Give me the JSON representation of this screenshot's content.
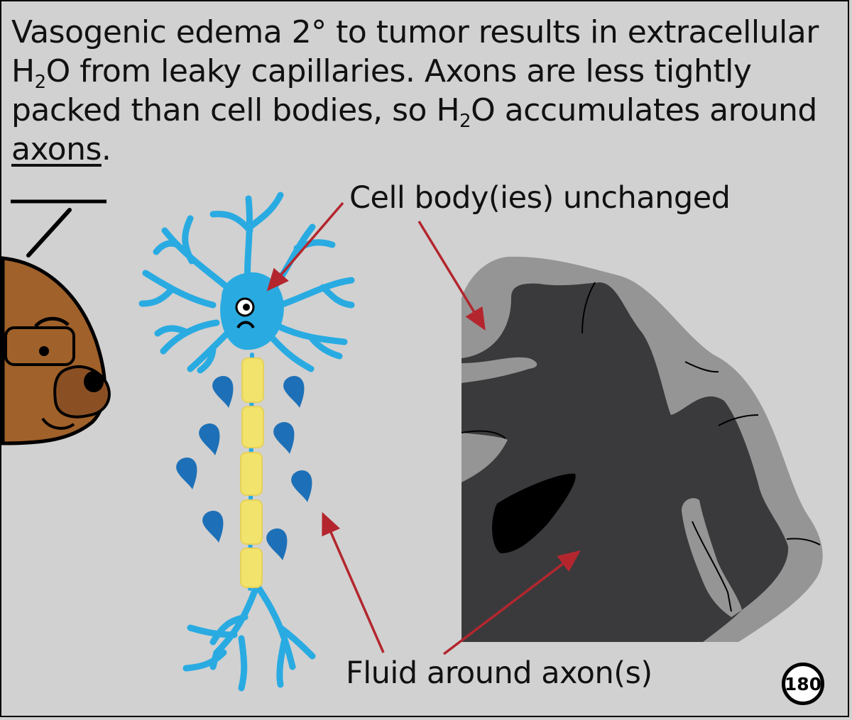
{
  "caption": {
    "line1": "Vasogenic edema 2° to tumor results in extracellular",
    "line2_a": "H",
    "line2_sub": "2",
    "line2_b": "O from leaky capillaries. Axons are less tightly",
    "line3_a": "packed than cell bodies, so H",
    "line3_sub": "2",
    "line3_b": "O accumulates around",
    "line4_underlined": "axons",
    "line4_tail": "."
  },
  "labels": {
    "cell_body": "Cell body(ies) unchanged",
    "fluid": "Fluid around axon(s)"
  },
  "page_number": "180",
  "colors": {
    "background": "#d1d1d1",
    "neuron": "#29abe2",
    "myelin": "#f1e36b",
    "droplet": "#1d70b7",
    "arrow": "#b3262e",
    "gray_matter": "#959595",
    "white_matter": "#3a3a3c",
    "ventricle": "#000000",
    "bear_fur": "#a0612a"
  },
  "icons": [
    "bear-character",
    "neuron",
    "water-droplet",
    "brain-cross-section",
    "arrow"
  ]
}
